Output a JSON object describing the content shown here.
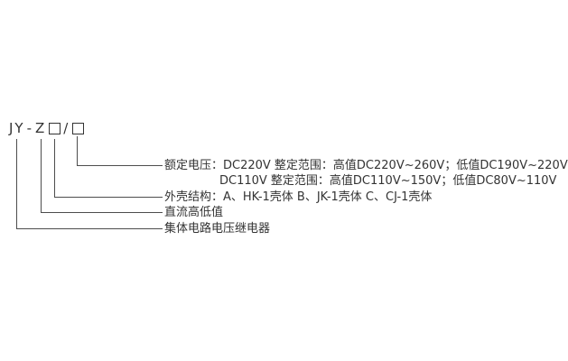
{
  "model": {
    "prefix": "JY",
    "dash": "-",
    "series": "Z",
    "slash": "/",
    "box_symbol": "□"
  },
  "labels": {
    "rated_voltage_line1": "额定电压：DC220V 整定范围：高值DC220V~260V；低值DC190V~220V",
    "rated_voltage_line2": "DC110V 整定范围：高值DC110V~150V；低值DC80V~110V",
    "case_structure": "外壳结构：A、HK-1壳体  B、JK-1壳体  C、CJ-1壳体",
    "dc_high_low": "直流高低值",
    "relay_name": "集体电路电压继电器"
  },
  "colors": {
    "line": "#4d4d4d",
    "text": "#333333",
    "background": "#ffffff"
  }
}
